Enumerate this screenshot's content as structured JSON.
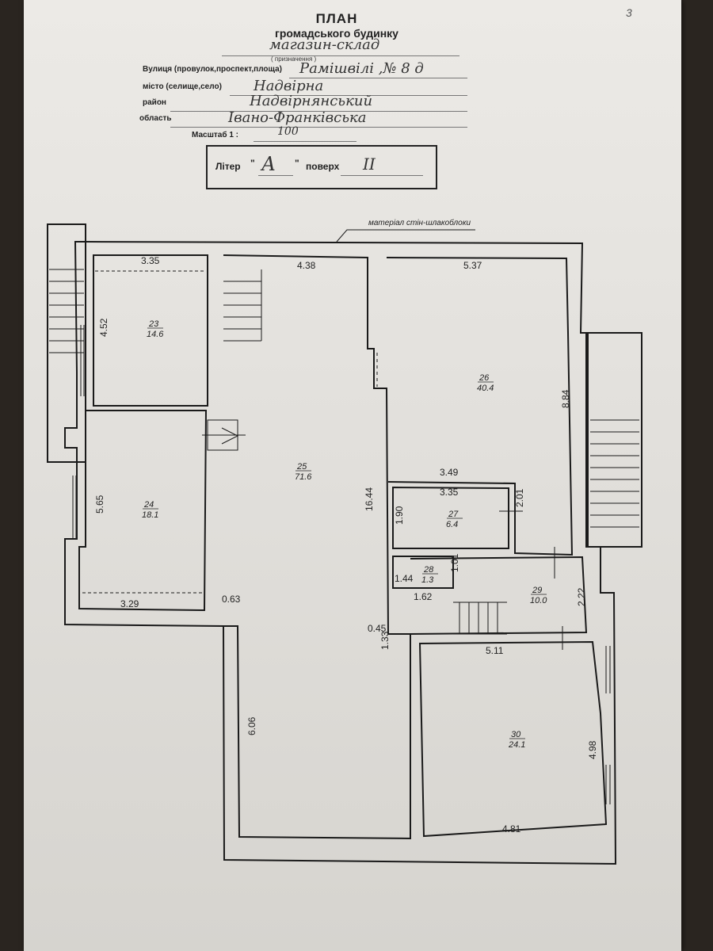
{
  "page_number": "3",
  "header": {
    "title": "ПЛАН",
    "subtitle": "громадського будинку",
    "purpose_value": "магазин-склад",
    "purpose_caption": "( призначення )",
    "street_label": "Вулиця (провулок,проспект,площа)",
    "street_value": "Рамішвілі ,№ 8 д",
    "city_label": "місто (селище,село)",
    "city_value": "Надвірна",
    "district_label": "район",
    "district_value": "Надвірнянський",
    "region_label": "область",
    "region_value": "Івано-Франківська",
    "scale_label": "Масштаб 1 :",
    "scale_value": "100"
  },
  "liter_box": {
    "liter_label": "Літер",
    "quote_open": "\"",
    "liter_value": "А",
    "quote_close": "\"",
    "floor_label": "поверх",
    "floor_value": "II"
  },
  "material_note": "матеріал стін-шлакоблоки",
  "rooms": [
    {
      "number": "23",
      "area": "14.6"
    },
    {
      "number": "24",
      "area": "18.1"
    },
    {
      "number": "25",
      "area": "71.6"
    },
    {
      "number": "26",
      "area": "40.4"
    },
    {
      "number": "27",
      "area": "6.4"
    },
    {
      "number": "28",
      "area": "1.3"
    },
    {
      "number": "29",
      "area": "10.0"
    },
    {
      "number": "30",
      "area": "24.1"
    }
  ],
  "dimensions": [
    "3.35",
    "4.52",
    "4.38",
    "5.37",
    "8.84",
    "5.65",
    "3.29",
    "0.63",
    "16.44",
    "3.49",
    "3.35",
    "1.90",
    "2.01",
    "1.01",
    "1.44",
    "1.62",
    "2.22",
    "0.45",
    "1.33",
    "5.11",
    "6.06",
    "4.98",
    "4.81"
  ]
}
